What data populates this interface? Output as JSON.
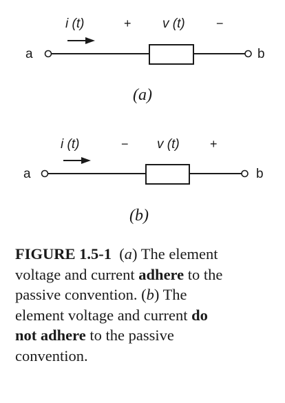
{
  "figure": {
    "panels": [
      {
        "id": "a",
        "node_left": "a",
        "node_right": "b",
        "current_label": "i (t)",
        "voltage_label": "v (t)",
        "sign_left": "+",
        "sign_right": "−",
        "panel_label": "(a)"
      },
      {
        "id": "b",
        "node_left": "a",
        "node_right": "b",
        "current_label": "i (t)",
        "voltage_label": "v (t)",
        "sign_left": "−",
        "sign_right": "+",
        "panel_label": "(b)"
      }
    ],
    "caption": {
      "number": "FIGURE 1.5-1",
      "paren_a_open": "(",
      "paren_a_letter": "a",
      "paren_a_close": ")",
      "text_1": "The element",
      "text_2": "voltage and current",
      "bold_adhere": "adhere",
      "text_3": "to the",
      "text_4": "passive convention.",
      "paren_b_open": "(",
      "paren_b_letter": "b",
      "paren_b_close": ")",
      "text_5": "The",
      "text_6": "element voltage and current",
      "bold_do": "do",
      "bold_not_adhere": "not adhere",
      "text_7": "to the passive",
      "text_8": "convention."
    }
  }
}
